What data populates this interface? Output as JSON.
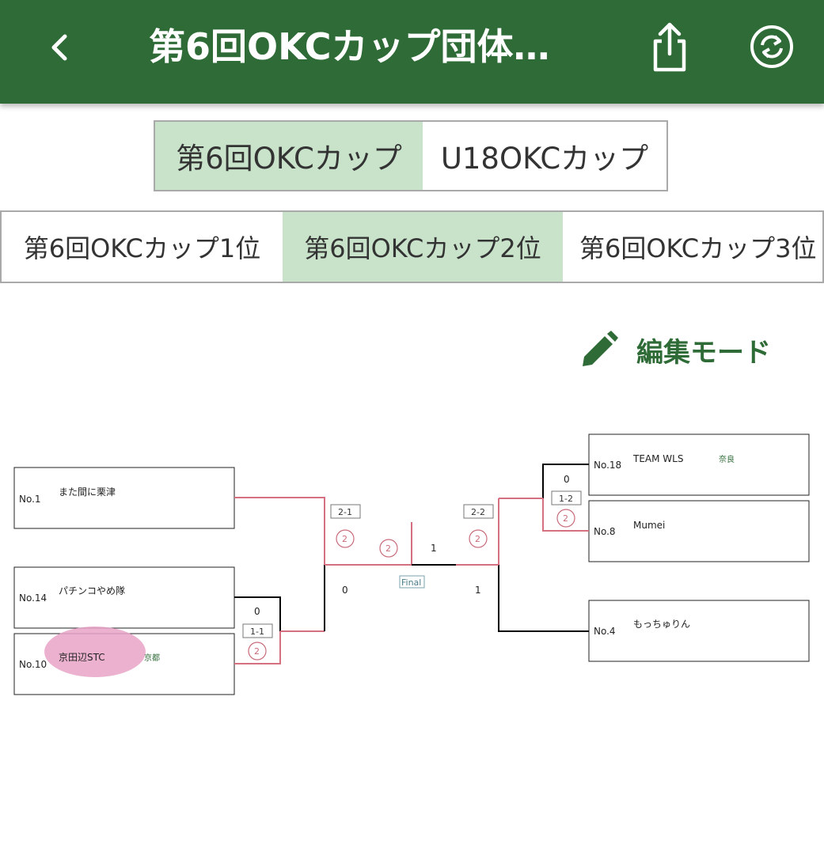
{
  "header": {
    "title": "第6回OKCカップ団体…",
    "icons": [
      "back-chevron-icon",
      "share-icon",
      "sync-icon"
    ]
  },
  "tournament_tabs": [
    {
      "label": "第6回OKCカップ",
      "active": true
    },
    {
      "label": "U18OKCカップ",
      "active": false
    }
  ],
  "group_tabs": [
    {
      "label": "第6回OKCカップ1位",
      "active": false
    },
    {
      "label": "第6回OKCカップ2位",
      "active": true
    },
    {
      "label": "第6回OKCカップ3位",
      "active": false
    }
  ],
  "edit_mode": {
    "label": "編集モード",
    "icon": "pencil-icon"
  },
  "bracket": {
    "teams": [
      {
        "no": "No.1",
        "name": "また間に栗津",
        "region": ""
      },
      {
        "no": "No.14",
        "name": "パチンコやめ隊",
        "region": ""
      },
      {
        "no": "No.10",
        "name": "京田辺STC",
        "region": "京都"
      },
      {
        "no": "No.18",
        "name": "TEAM WLS",
        "region": "奈良"
      },
      {
        "no": "No.8",
        "name": "Mumei",
        "region": ""
      },
      {
        "no": "No.4",
        "name": "もっちゅりん",
        "region": ""
      }
    ],
    "matches": [
      {
        "round": "1-1",
        "circle": "2",
        "score": "0"
      },
      {
        "round": "1-2",
        "circle": "2",
        "score": "0"
      },
      {
        "round": "2-1",
        "circle": "2",
        "score_left": "0"
      },
      {
        "round": "2-2",
        "circle": "2",
        "score_right": "1"
      }
    ],
    "final": {
      "label": "Final",
      "circle": "2",
      "score": "1"
    }
  },
  "colors": {
    "header": "#2e6b37",
    "active_tab": "#c9e3cb",
    "win_line": "#d4707f",
    "line": "#000000"
  }
}
